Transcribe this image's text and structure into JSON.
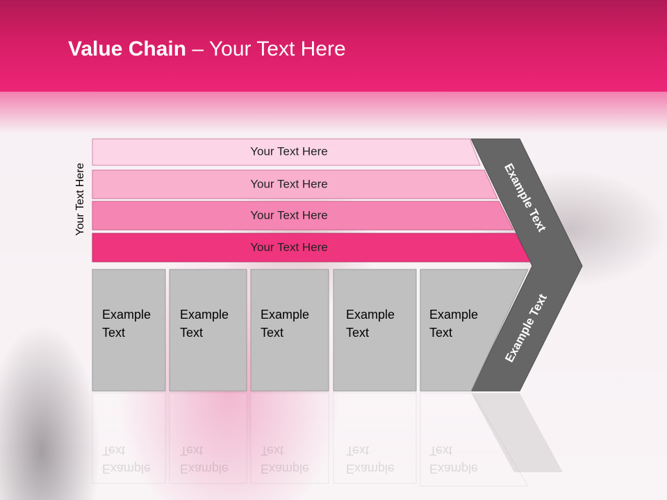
{
  "slide": {
    "title_bold": "Value Chain",
    "title_rest": " – Your Text Here",
    "side_label": "Your Text Here"
  },
  "rows": [
    {
      "label": "Your Text Here",
      "color": "#fcd6e6"
    },
    {
      "label": "Your Text Here",
      "color": "#f9b0cd"
    },
    {
      "label": "Your Text Here",
      "color": "#f585b2"
    },
    {
      "label": "Your Text Here",
      "color": "#f0357f"
    }
  ],
  "boxes": [
    {
      "line1": "Example",
      "line2": "Text"
    },
    {
      "line1": "Example",
      "line2": "Text"
    },
    {
      "line1": "Example",
      "line2": "Text"
    },
    {
      "line1": "Example",
      "line2": "Text"
    },
    {
      "line1": "Example",
      "line2": "Text"
    }
  ],
  "chevron": {
    "upper_label": "Example Text",
    "lower_label": "Example Text",
    "color": "#666666"
  },
  "colors": {
    "header": "#e0206a",
    "box_fill": "#c0c0c0",
    "box_stroke": "#9a9a9a"
  }
}
